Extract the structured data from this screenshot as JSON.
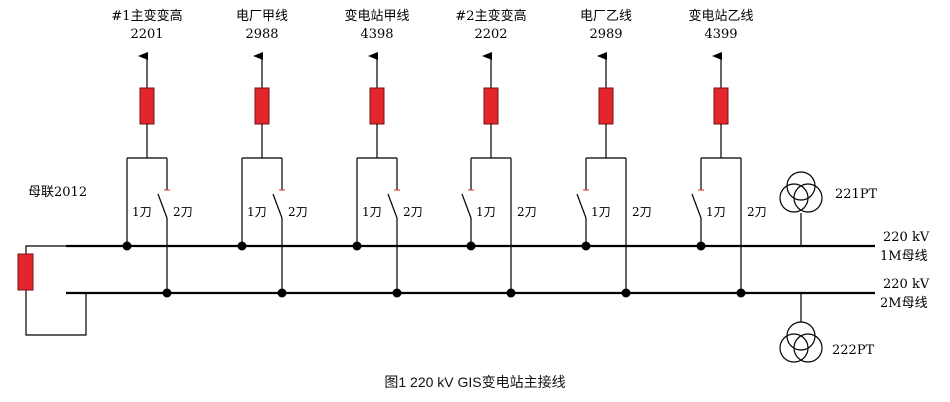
{
  "feeders": [
    {
      "name": "#1主变变高",
      "number": "2201",
      "closed": "1"
    },
    {
      "name": "电厂甲线",
      "number": "2988",
      "closed": "1"
    },
    {
      "name": "变电站甲线",
      "number": "4398",
      "closed": "1"
    },
    {
      "name": "#2主变变高",
      "number": "2202",
      "closed": "2"
    },
    {
      "name": "电厂乙线",
      "number": "2989",
      "closed": "2"
    },
    {
      "name": "变电站乙线",
      "number": "4399",
      "closed": "2"
    }
  ],
  "switch_labels": {
    "one": "1刀",
    "two": "2刀"
  },
  "bus_coupler": {
    "label": "母联2012"
  },
  "bus_1": {
    "voltage": "220 kV",
    "name": "1M母线"
  },
  "bus_2": {
    "voltage": "220 kV",
    "name": "2M母线"
  },
  "pt_1": {
    "label": "221PT"
  },
  "pt_2": {
    "label": "222PT"
  },
  "caption": "图1   220  kV   GIS变电站主接线",
  "colors": {
    "breaker": "#e3262b",
    "line": "#000000"
  }
}
